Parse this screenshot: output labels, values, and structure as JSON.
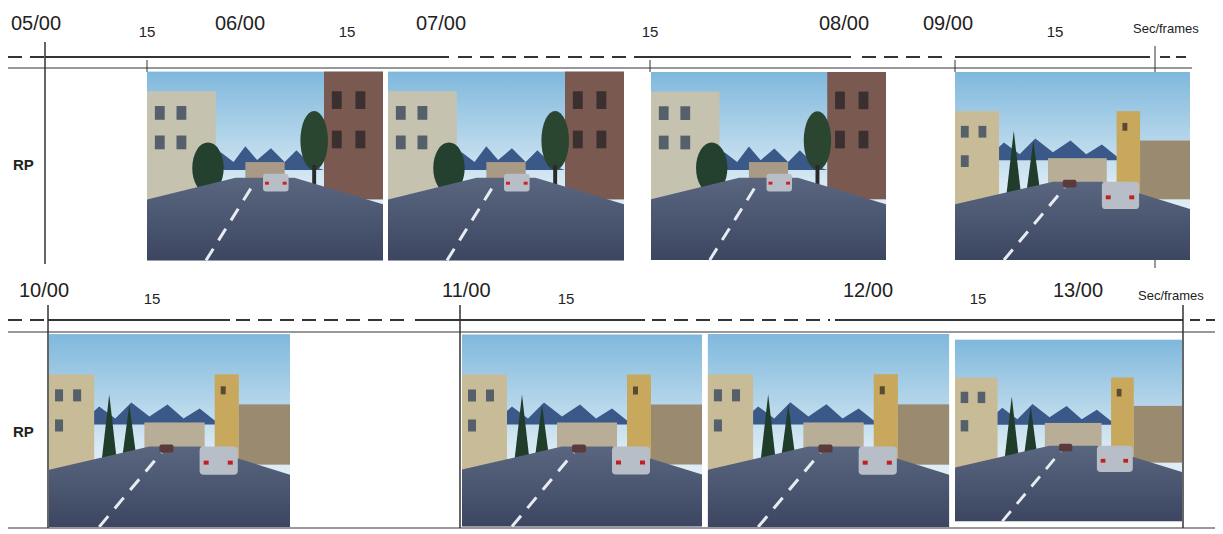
{
  "diagram": {
    "labels": [
      "05/00",
      "15",
      "06/00",
      "15",
      "07/00",
      "15",
      "08/00",
      "09/00",
      "15",
      "Sec/frames",
      "RP",
      "10/00",
      "15",
      "11/00",
      "15",
      "12/00",
      "15",
      "13/00",
      "Sec/frames",
      "RP"
    ]
  }
}
